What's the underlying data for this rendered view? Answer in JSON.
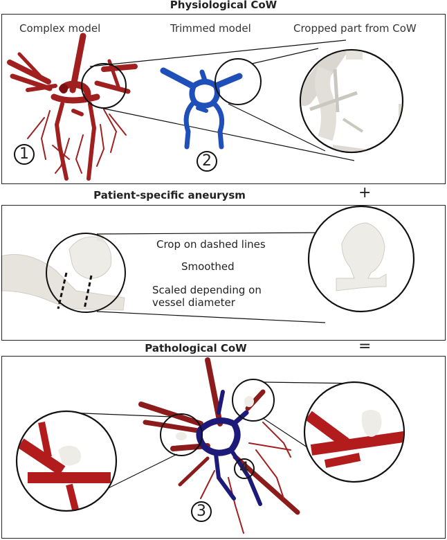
{
  "physiological": {
    "title": "Physiological CoW",
    "complex_label": "Complex model",
    "trimmed_label": "Trimmed model",
    "cropped_label": "Cropped part from CoW",
    "num1": "1",
    "num2": "2"
  },
  "operator_plus": "+",
  "aneurysm": {
    "title": "Patient-specific aneurysm",
    "steps": [
      "Crop on dashed lines",
      "Smoothed",
      "Scaled depending on",
      "vessel diameter"
    ]
  },
  "operator_equals": "=",
  "pathological": {
    "title": "Pathological CoW",
    "num3": "3",
    "num4": "4"
  },
  "colors": {
    "red_vessel": "#a01f1f",
    "blue_vessel": "#1f4fb8",
    "dark_blue": "#1d1a7a",
    "aneurysm_gray": "#e8e6df"
  }
}
